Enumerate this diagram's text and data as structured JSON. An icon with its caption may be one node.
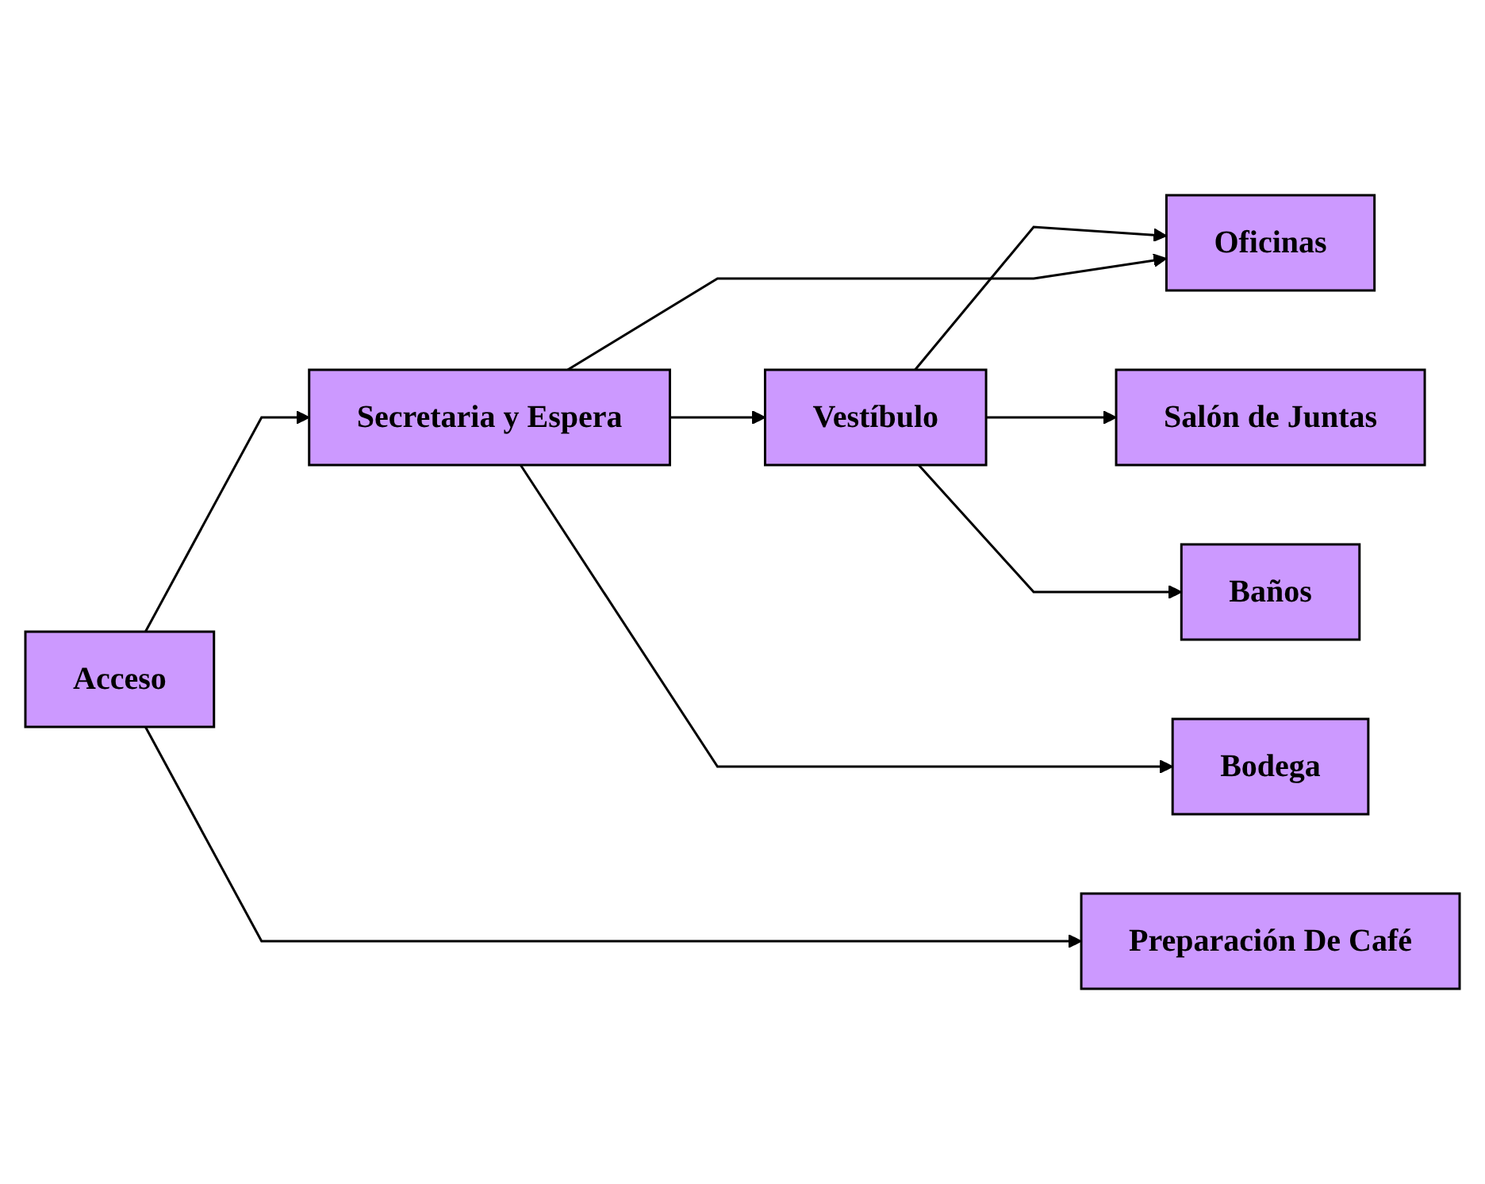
{
  "diagram": {
    "nodes": [
      {
        "text": [
          "Salón de Juntas"
        ]
      },
      {
        "text": [
          "Vestíbulo"
        ]
      },
      {
        "text": [
          "Baños"
        ]
      },
      {
        "text": [
          "Oficinas"
        ]
      },
      {
        "text": [
          "Secretaria y Espera"
        ]
      },
      {
        "text": [
          "Bodega"
        ]
      },
      {
        "text": [
          "Preparación De Café"
        ]
      },
      {
        "text": [
          "Acceso"
        ]
      }
    ],
    "edges": [
      {
        "from": 1,
        "to": 0,
        "arrow": "to"
      },
      {
        "from": 1,
        "to": 2,
        "arrow": "to"
      },
      {
        "from": 1,
        "to": 3,
        "arrow": "to"
      },
      {
        "from": 4,
        "to": 3,
        "arrow": "to"
      },
      {
        "from": 4,
        "to": 1,
        "arrow": "to"
      },
      {
        "from": 4,
        "to": 5,
        "arrow": "to"
      },
      {
        "from": 7,
        "to": 4,
        "arrow": "to"
      },
      {
        "from": 7,
        "to": 6,
        "arrow": "to"
      }
    ]
  }
}
